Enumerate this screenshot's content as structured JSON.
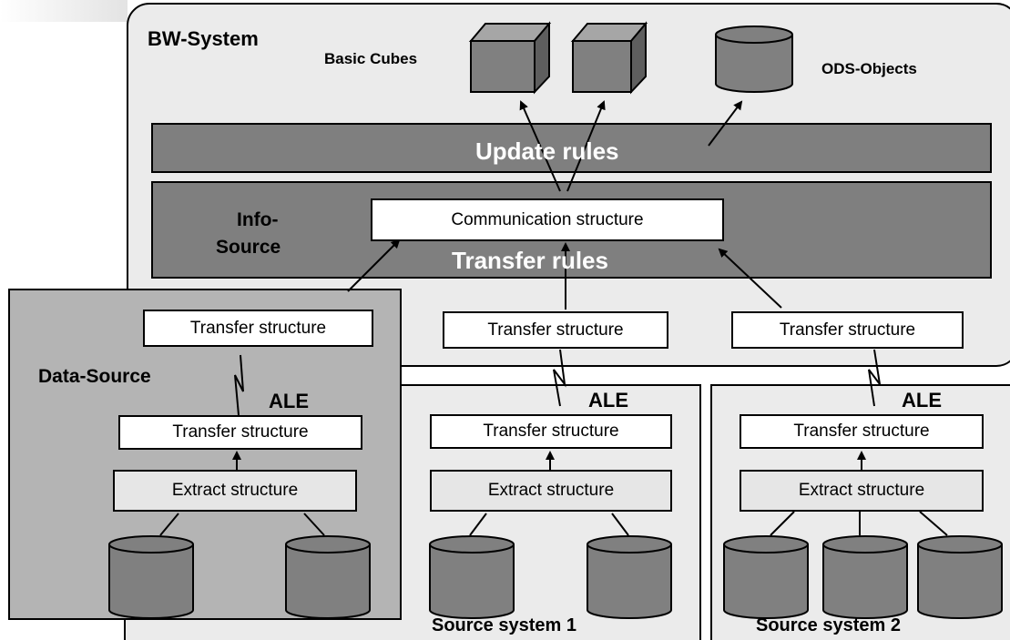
{
  "bw_system": {
    "title": "BW-System",
    "basic_cubes_label": "Basic Cubes",
    "ods_objects_label": "ODS-Objects",
    "update_rules_label": "Update rules",
    "infosource_label_line1": "Info-",
    "infosource_label_line2": "Source",
    "communication_structure_label": "Communication structure",
    "transfer_rules_label": "Transfer rules",
    "transfer_structures": [
      "Transfer structure",
      "Transfer structure",
      "Transfer structure"
    ]
  },
  "data_source": {
    "title": "Data-Source",
    "transfer_structure_top": "Transfer structure",
    "ale_label": "ALE",
    "transfer_structure_bottom": "Transfer structure",
    "extract_structure": "Extract structure"
  },
  "source_system_1": {
    "title": "Source system 1",
    "ale_label": "ALE",
    "transfer_structure": "Transfer structure",
    "extract_structure": "Extract structure"
  },
  "source_system_2": {
    "title": "Source system 2",
    "ale_label": "ALE",
    "transfer_structure": "Transfer structure",
    "extract_structure": "Extract structure"
  },
  "colors": {
    "bw_background": "#ebebeb",
    "band_fill": "#7f7f7f",
    "data_source_fill": "#b4b4b4",
    "source_system_fill": "#ebebeb",
    "cylinder_fill": "#808080",
    "cube_front": "#808080",
    "cube_top": "#a6a6a6",
    "cube_side": "#5e5e5e"
  }
}
